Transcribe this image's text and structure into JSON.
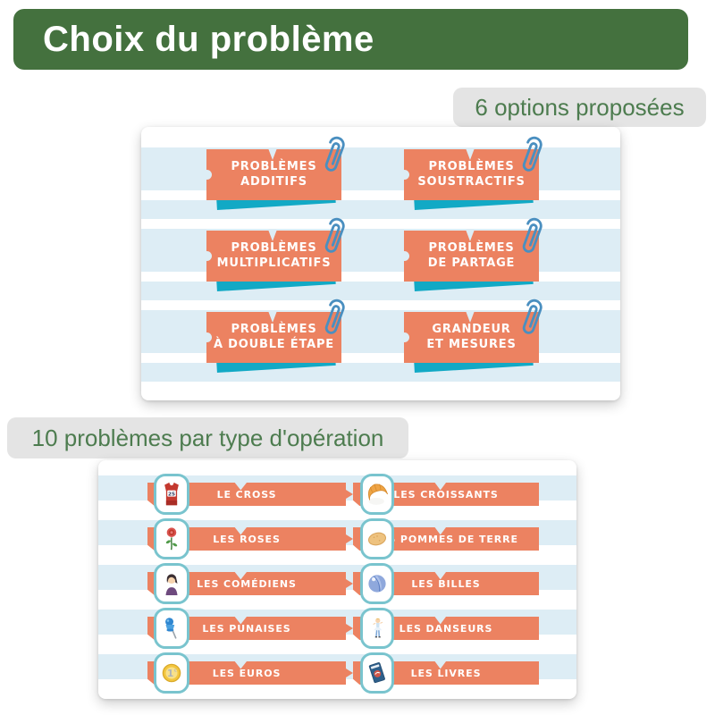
{
  "header": {
    "title": "Choix du problème"
  },
  "badges": {
    "options_count": "6 options proposées",
    "problems_count": "10 problèmes par type d'opération"
  },
  "option_cards": [
    {
      "line1": "PROBLÈMES",
      "line2": "ADDITIFS",
      "icon": "paperclip-icon"
    },
    {
      "line1": "PROBLÈMES",
      "line2": "SOUSTRACTIFS",
      "icon": "paperclip-icon"
    },
    {
      "line1": "PROBLÈMES",
      "line2": "MULTIPLICATIFS",
      "icon": "paperclip-icon"
    },
    {
      "line1": "PROBLÈMES",
      "line2": "DE PARTAGE",
      "icon": "paperclip-icon"
    },
    {
      "line1": "PROBLÈMES",
      "line2": "À DOUBLE ÉTAPE",
      "icon": "paperclip-icon"
    },
    {
      "line1": "GRANDEUR",
      "line2": "ET MESURES",
      "icon": "paperclip-icon"
    }
  ],
  "problem_rows": [
    {
      "label": "LE CROSS",
      "icon": "race-bib-icon",
      "bib_number": "25"
    },
    {
      "label": "LES CROISSANTS",
      "icon": "croissant-icon"
    },
    {
      "label": "LES ROSES",
      "icon": "rose-icon"
    },
    {
      "label": "LES POMMES DE TERRE",
      "icon": "potato-icon"
    },
    {
      "label": "LES COMÉDIENS",
      "icon": "actor-icon"
    },
    {
      "label": "LES BILLES",
      "icon": "marble-icon"
    },
    {
      "label": "LES PUNAISES",
      "icon": "pushpin-icon"
    },
    {
      "label": "LES DANSEURS",
      "icon": "dancer-icon"
    },
    {
      "label": "LES EUROS",
      "icon": "euro-coin-icon",
      "coin_value": "1"
    },
    {
      "label": "LES LIVRES",
      "icon": "book-icon"
    }
  ],
  "colors": {
    "header_green": "#44713e",
    "badge_gray": "#e4e4e4",
    "badge_text_green": "#4d7c4f",
    "card_orange": "#ec8261",
    "shadow_teal": "#12a9c5",
    "stripe_blue": "#ddedf5",
    "paperclip_blue": "#4a8fc0",
    "tile_border_teal": "#79c4ce"
  }
}
